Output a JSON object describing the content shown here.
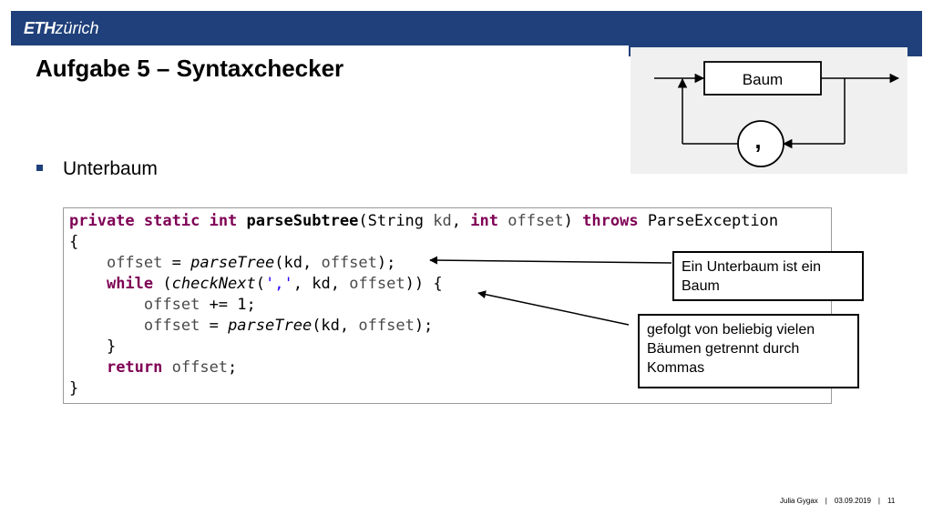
{
  "header": {
    "logo_eth": "ETH",
    "logo_zurich": "zürich"
  },
  "slide": {
    "title": "Aufgabe 5 – Syntaxchecker",
    "bullet": "Unterbaum"
  },
  "diagram": {
    "box_label": "Baum",
    "circle_label": ","
  },
  "code": {
    "line1": {
      "kw1": "private",
      "kw2": "static",
      "kw3": "int",
      "name": "parseSubtree",
      "p1": "(String",
      "p2": "kd",
      "p3": ",",
      "kw4": "int",
      "p4": "offset",
      "p5": ")",
      "kw5": "throws",
      "p6": "ParseException"
    },
    "line2": "{",
    "line3": {
      "v1": "offset",
      "op1": "=",
      "m1": "parseTree",
      "a1": "(kd,",
      "a2": "offset",
      "a3": ");"
    },
    "line4": {
      "kw1": "while",
      "p1": "(",
      "m1": "checkNext",
      "p2": "(",
      "s1": "','",
      "p3": ",",
      "a1": "kd,",
      "a2": "offset",
      "a3": "))",
      "a4": "{"
    },
    "line5": {
      "v1": "offset",
      "op1": "+=",
      "n1": "1;"
    },
    "line6": {
      "v1": "offset",
      "op1": "=",
      "m1": "parseTree",
      "a1": "(kd,",
      "a2": "offset",
      "a3": ");"
    },
    "line7": "}",
    "line8": {
      "kw1": "return",
      "v1": "offset",
      "p1": ";"
    },
    "line9": "}"
  },
  "callouts": {
    "first": "Ein Unterbaum ist ein Baum",
    "second": "gefolgt von beliebig vielen Bäumen getrennt durch Kommas"
  },
  "footer": {
    "author": "Julia Gygax",
    "sep1": "|",
    "date": "03.09.2019",
    "sep2": "|",
    "page": "11"
  },
  "colors": {
    "header_blue": "#1f407a",
    "keyword": "#7f0055",
    "string": "#2a00ff"
  }
}
